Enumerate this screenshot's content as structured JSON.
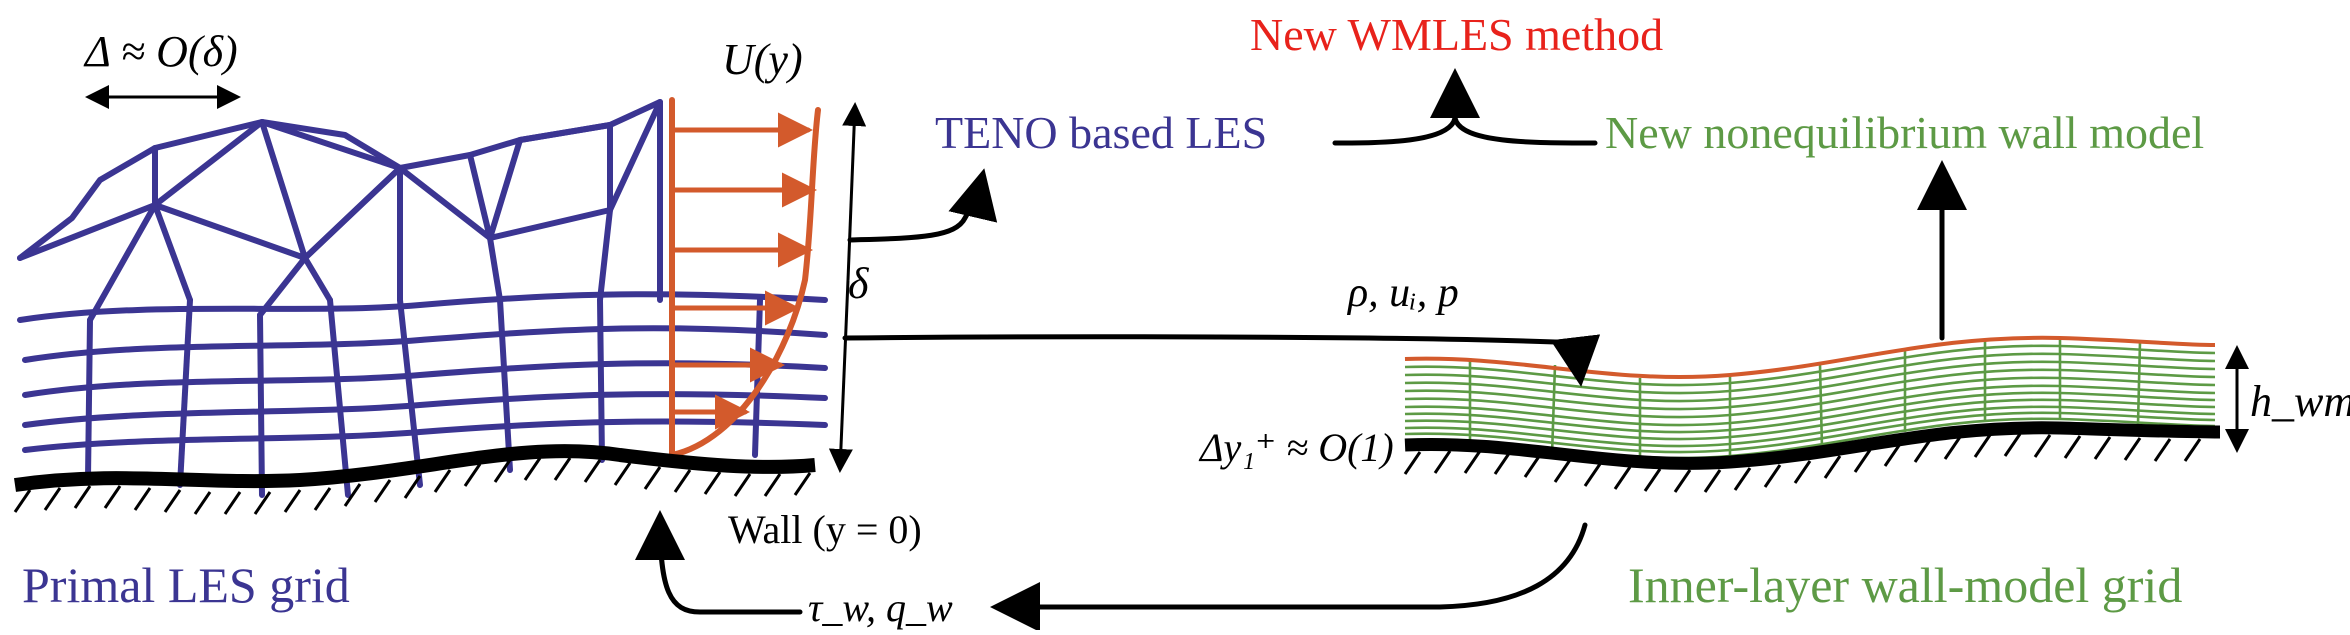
{
  "labels": {
    "new_method": "New WMLES method",
    "teno": "TENO based LES",
    "wall_model": "New nonequilibrium wall model",
    "delta_approx": "Δ ≈ O(δ)",
    "velocity_profile": "U(y)",
    "delta": "δ",
    "exchange_vars": "ρ,  uᵢ,  p",
    "first_cell": "Δy₁⁺ ≈ O(1)",
    "hwm": "h_wm",
    "wall": "Wall (y = 0)",
    "feedback_vars": "τ_w,  q_w",
    "primal_grid": "Primal LES grid",
    "inner_grid": "Inner-layer wall-model grid"
  },
  "colors": {
    "les_grid": "#3b3592",
    "profile": "#d35a2c",
    "wm_grid": "#5d9a45",
    "method": "#e8221b",
    "wall": "#000000"
  }
}
